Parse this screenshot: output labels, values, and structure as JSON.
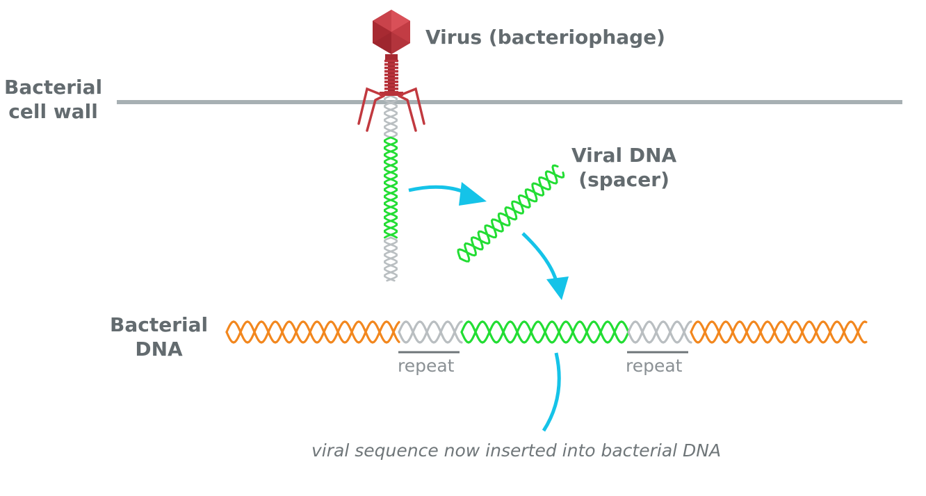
{
  "labels": {
    "virus": "Virus (bacteriophage)",
    "cell_wall": [
      "Bacterial",
      "cell wall"
    ],
    "viral_dna": [
      "Viral DNA",
      "(spacer)"
    ],
    "bacterial_dna": [
      "Bacterial",
      "DNA"
    ],
    "repeat": "repeat",
    "caption": "viral sequence now inserted into bacterial DNA"
  },
  "colors": {
    "text": "#636b6f",
    "cell_wall": "#a7b0b3",
    "virus": "#c1393f",
    "viral_dna": "#22dd33",
    "bacterial_dna": "#f2871e",
    "repeat_dna": "#b9bec1",
    "arrow": "#15c3e8"
  }
}
